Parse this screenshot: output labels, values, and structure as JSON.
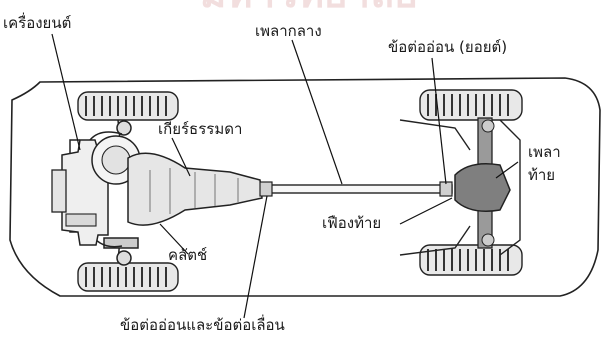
{
  "labels": {
    "engine": "เครื่องยนต์",
    "propeller_shaft": "เพลากลาง",
    "universal_joint_rear": "ข้อต่ออ่อน (ยอยต์)",
    "transmission": "เกียร์ธรรมดา",
    "rear_axle_line1": "เพลา",
    "rear_axle_line2": "ท้าย",
    "differential": "เฟืองท้าย",
    "clutch": "คลัตช์",
    "front_joint": "ข้อต่ออ่อนและข้อต่อเลื่อน"
  },
  "watermark": "มหาวิทยาลัย"
}
